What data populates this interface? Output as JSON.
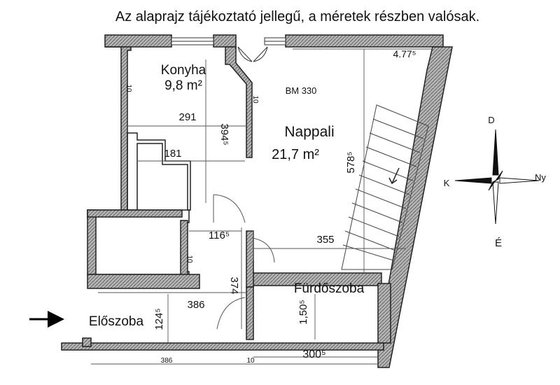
{
  "header": {
    "note": "Az alaprajz tájékoztató jellegű, a méretek részben valósak."
  },
  "rooms": {
    "kitchen": {
      "name": "Konyha",
      "area": "9,8 m²"
    },
    "living": {
      "name": "Nappali",
      "area": "21,7 m²"
    },
    "bathroom": {
      "name": "Fürdőszoba"
    },
    "hall": {
      "name": "Előszoba"
    }
  },
  "labels": {
    "building_code": "BM 330"
  },
  "dimensions": {
    "d_477": "4.77⁵",
    "d_291": "291",
    "d_394": "394⁵",
    "d_181": "181",
    "d_578": "578⁵",
    "d_116": "116⁵",
    "d_355": "355",
    "d_374": "374",
    "d_386": "386",
    "d_150": "1,50⁵",
    "d_124": "124⁵",
    "d_300": "300⁵",
    "d_386_bottom": "386",
    "d_10_bottom": "10",
    "d_10_kitchen": "10",
    "d_10_mid": "10",
    "d_10_small": "10"
  },
  "compass": {
    "north": "D",
    "south": "É",
    "west": "K",
    "east": "Ny"
  },
  "colors": {
    "wall": "#333333",
    "wall_fill": "#9a9a9a",
    "line": "#222222"
  }
}
